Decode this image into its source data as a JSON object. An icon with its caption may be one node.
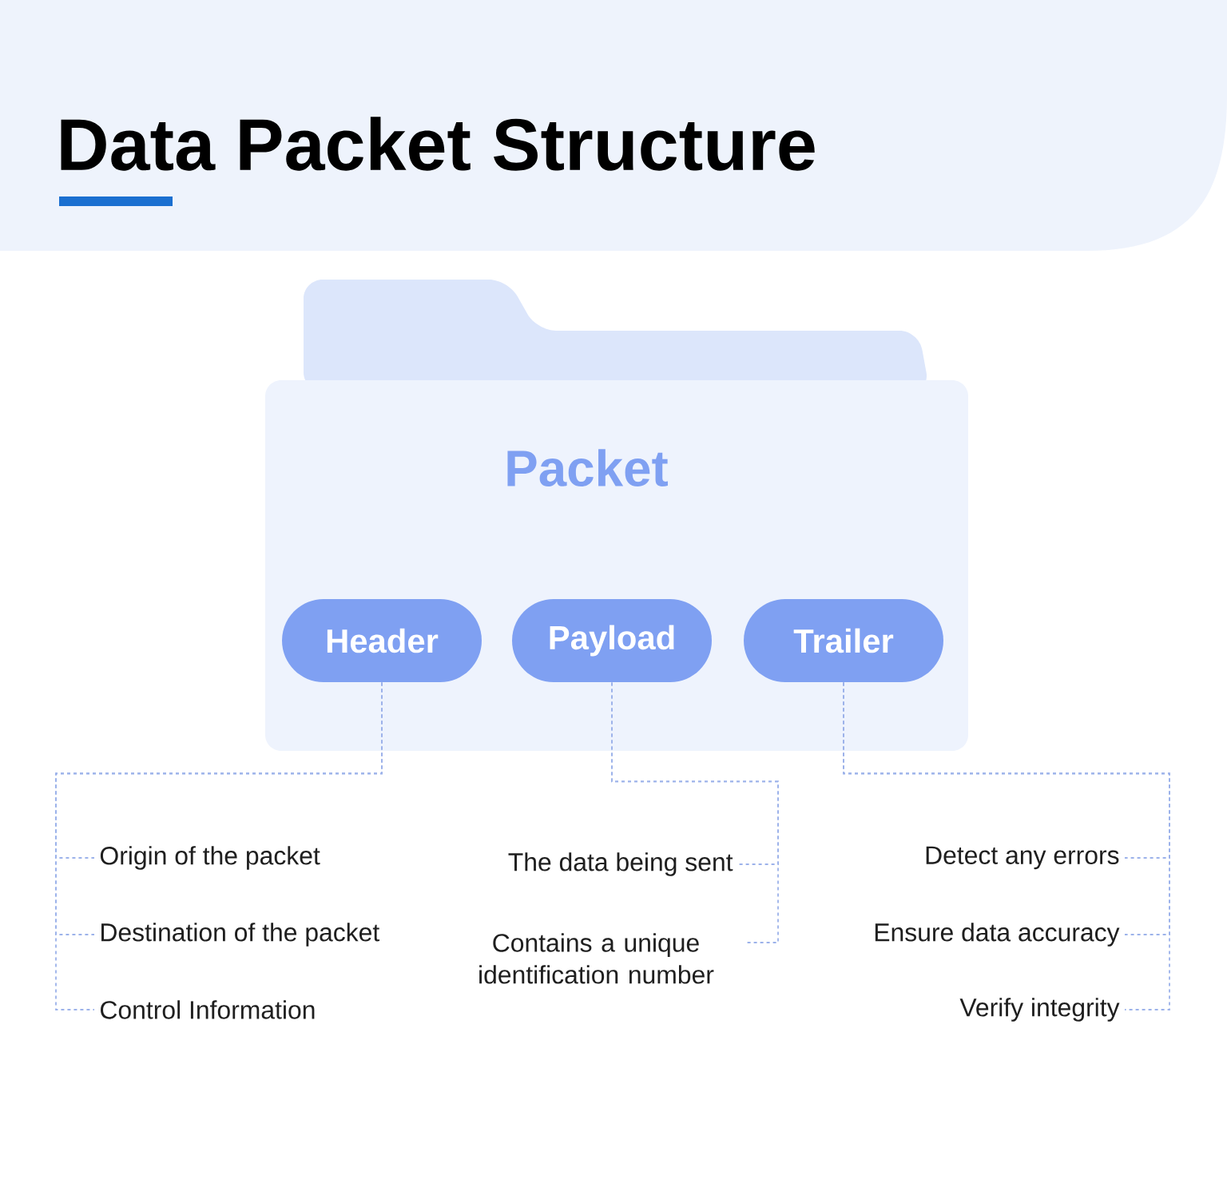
{
  "diagram": {
    "title": "Data Packet Structure",
    "nodes": [
      {
        "text": [
          "Packet"
        ]
      },
      {
        "text": [
          "Header"
        ],
        "in": 0
      },
      {
        "text": [
          "Payload"
        ],
        "in": 0
      },
      {
        "text": [
          "Trailer"
        ],
        "in": 0
      },
      {
        "text": [
          "Origin of the packet"
        ]
      },
      {
        "text": [
          "Destination of the packet"
        ]
      },
      {
        "text": [
          "Control Information"
        ]
      },
      {
        "text": [
          "The data being sent"
        ]
      },
      {
        "text": [
          "Contains a unique identification number"
        ]
      },
      {
        "text": [
          "Detect any errors"
        ]
      },
      {
        "text": [
          "Ensure data accuracy"
        ]
      },
      {
        "text": [
          "Verify integrity"
        ]
      }
    ],
    "edges": [
      {
        "from": 1,
        "to": 4,
        "arrow": "none",
        "style": "dashed"
      },
      {
        "from": 1,
        "to": 5,
        "arrow": "none",
        "style": "dashed"
      },
      {
        "from": 1,
        "to": 6,
        "arrow": "none",
        "style": "dashed"
      },
      {
        "from": 2,
        "to": 7,
        "arrow": "none",
        "style": "dashed"
      },
      {
        "from": 2,
        "to": 8,
        "arrow": "none",
        "style": "dashed"
      },
      {
        "from": 3,
        "to": 9,
        "arrow": "none",
        "style": "dashed"
      },
      {
        "from": 3,
        "to": 10,
        "arrow": "none",
        "style": "dashed"
      },
      {
        "from": 3,
        "to": 11,
        "arrow": "none",
        "style": "dashed"
      }
    ]
  }
}
